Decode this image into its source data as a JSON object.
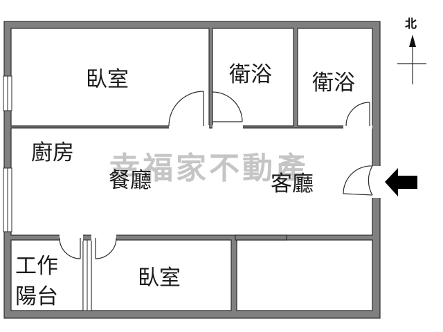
{
  "rooms": {
    "bedroom_north": "臥室",
    "bath_west": "衛浴",
    "bath_east": "衛浴",
    "kitchen": "廚房",
    "dining": "餐廳",
    "living": "客廳",
    "balcony_line1": "工作",
    "balcony_line2": "陽台",
    "bedroom_south": "臥室"
  },
  "watermark": "幸福家不動產",
  "compass": {
    "north": "北"
  },
  "colors": {
    "wall": "#808080",
    "outline": "#2a2a2a",
    "entrance_arrow": "#000000"
  },
  "icons": {
    "entrance": "left-arrow-icon",
    "north": "north-arrow-icon"
  }
}
